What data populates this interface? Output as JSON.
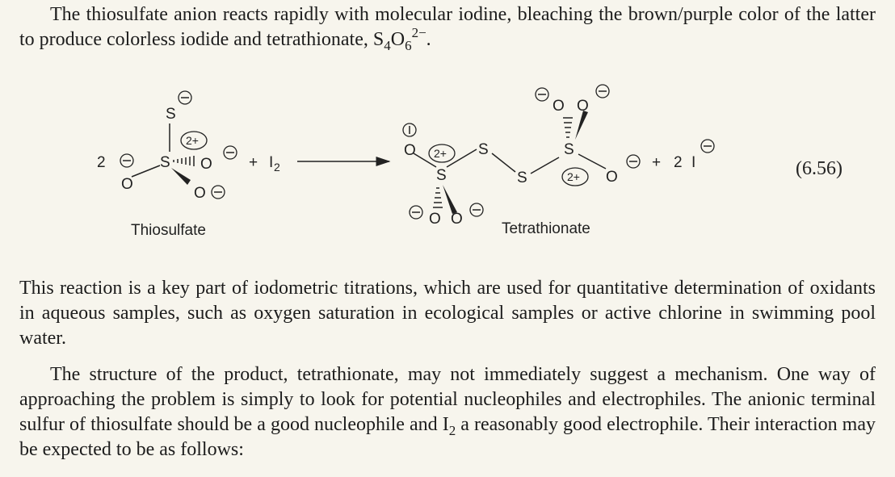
{
  "intro": {
    "text": "The thiosulfate anion reacts rapidly with molecular iodine, bleaching the brown/purple color of the latter to produce colorless iodide and tetrathionate, ",
    "formula_S": "S",
    "formula_S_sub": "4",
    "formula_O": "O",
    "formula_O_sub": "6",
    "formula_charge": "2−",
    "formula_end": "."
  },
  "scheme": {
    "coef_left": "2",
    "plus_1": "+",
    "iodine": "I",
    "iodine_sub": "2",
    "plus_2": "+",
    "coef_iodide": "2",
    "iodide": "I",
    "sulfur": "S",
    "oxygen": "O",
    "charge_2plus": "2+",
    "label_thiosulfate": "Thiosulfate",
    "label_tetrathionate": "Tetrathionate",
    "equation_number": "(6.56)"
  },
  "paragraph_2": "This reaction is a key part of iodometric titrations, which are used for quantitative determination of oxidants in aqueous samples, such as oxygen saturation in ecological samples or active chlorine in swimming pool water.",
  "paragraph_3": {
    "text": "The structure of the product, tetrathionate, may not immediately suggest a mechanism. One way of approaching the problem is simply to look for potential nucleophiles and electrophiles. The anionic terminal sulfur of thiosulfate should be a good nucleophile and I",
    "sub": "2",
    "text_end": " a reasonably good electrophile. Their interaction may be expected to be as follows:"
  }
}
